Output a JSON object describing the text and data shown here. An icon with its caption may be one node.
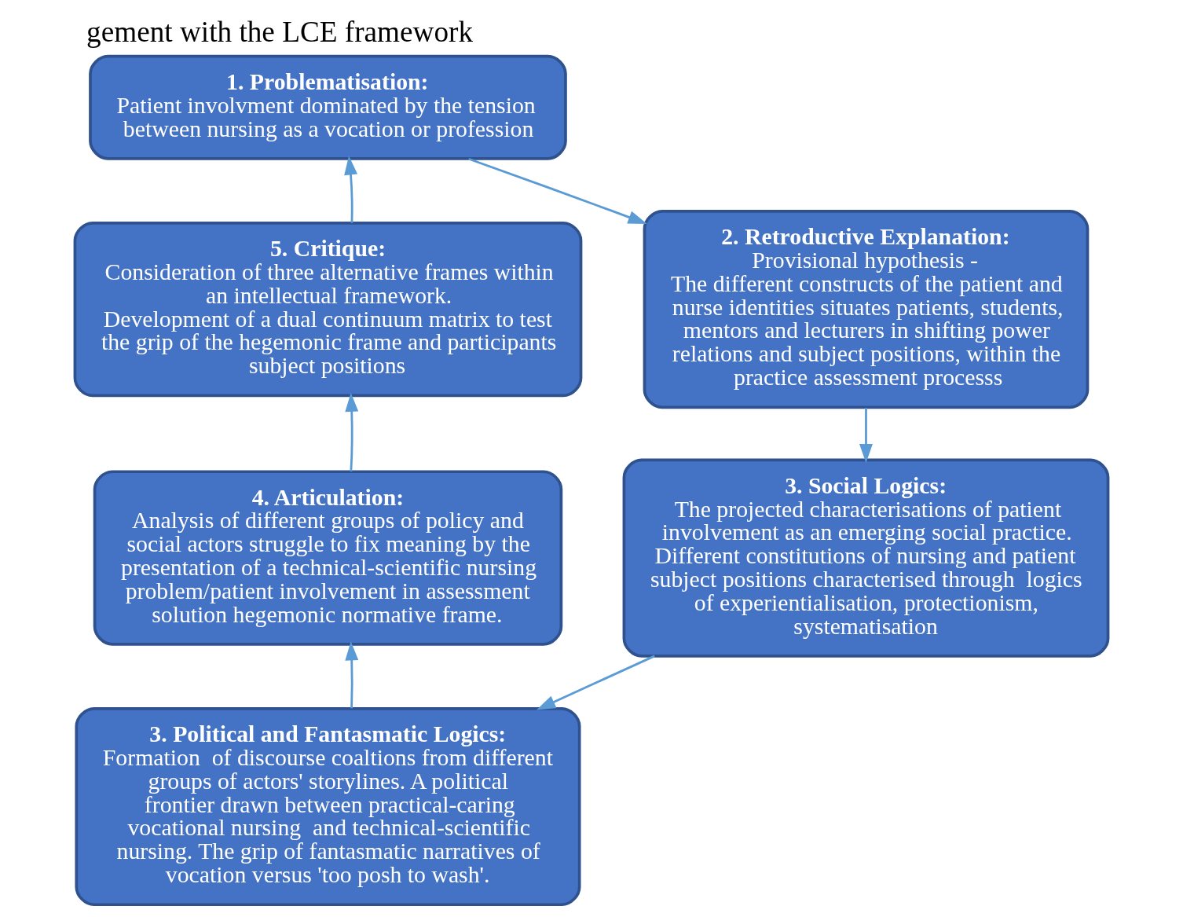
{
  "diagram": {
    "title": "gement with the LCE framework",
    "nodes": [
      {
        "text": [
          "1. Problematisation:",
          "Patient involvment dominated by the tension between nursing as a vocation or profession"
        ]
      },
      {
        "text": [
          "2. Retroductive Explanation:",
          "Provisional hypothesis -",
          "The different constructs of the patient and nurse identities situates patients, students, mentors and lecturers in shifting power relations and subject positions, within the practice assessment processs"
        ]
      },
      {
        "text": [
          "3. Social Logics:",
          "The projected characterisations of patient involvement as an emerging social practice. Different constitutions of nursing and patient subject positions characterised through  logics of experientialisation, protectionism, systematisation"
        ]
      },
      {
        "text": [
          "3. Political and Fantasmatic Logics:",
          "Formation  of discourse coaltions from different groups of actors' storylines. A political frontier drawn between practical-caring vocational nursing  and technical-scientific nursing. The grip of fantasmatic narratives of vocation versus 'too posh to wash'."
        ]
      },
      {
        "text": [
          "4. Articulation:",
          "Analysis of different groups of policy and social actors struggle to fix meaning by the presentation of a technical-scientific nursing problem/patient involvement in assessment solution hegemonic normative frame."
        ]
      },
      {
        "text": [
          "5. Critique:",
          "Consideration of three alternative frames within an intellectual framework.",
          "Development of a dual continuum matrix to test the grip of the hegemonic frame and participants subject positions"
        ]
      }
    ],
    "edges": [
      {
        "from": 0,
        "to": 1,
        "arrow": "to"
      },
      {
        "from": 1,
        "to": 2,
        "arrow": "to"
      },
      {
        "from": 2,
        "to": 3,
        "arrow": "to"
      },
      {
        "from": 3,
        "to": 4,
        "arrow": "to"
      },
      {
        "from": 4,
        "to": 5,
        "arrow": "to"
      },
      {
        "from": 5,
        "to": 0,
        "arrow": "to"
      }
    ]
  }
}
